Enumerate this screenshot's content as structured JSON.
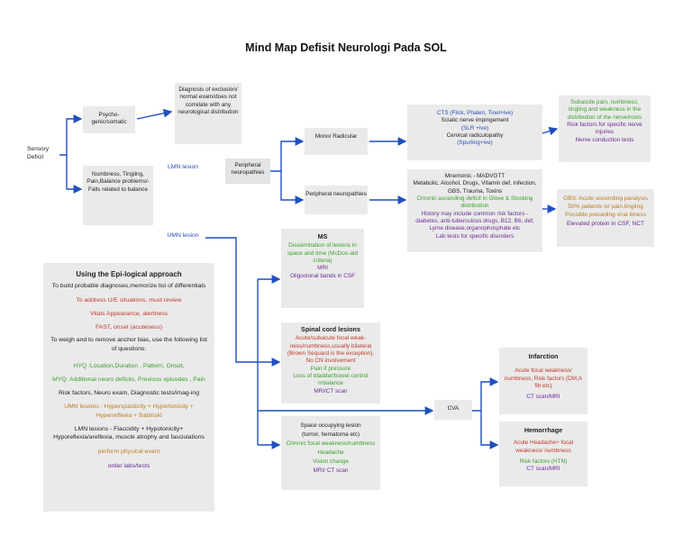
{
  "title": "Mind Map Defisit Neurologi Pada SOL",
  "colors": {
    "arrow": "#1f4fbf",
    "box": "#eaeaea",
    "green": "#3aa02a",
    "red": "#c0392b",
    "blue": "#2a4fb5",
    "purple": "#6b2c91",
    "orange": "#c07a1a"
  },
  "nodes": {
    "sensory": "Sensory Deficit",
    "psycho": "Psycho-genic/somatic",
    "diag_excl": "Diagnosis of exclusion/ normal exam/does not correlate with any neurological distribution",
    "numbness": "Numbness, Tingling, Pain,Balance problems/- Falls related to balance",
    "lmn": "LMN lesion",
    "umn": "UMN lesion",
    "peripheral": "Peripheral neuropathies",
    "mono": "Mono/ Radicular",
    "periph_neuro": "Peripheral neuropathies",
    "cts": [
      {
        "t": "CTS (Flick, Phalen, Tinel+ive)",
        "c": "b"
      },
      {
        "t": "Sciatic nerve impingement",
        "c": "k"
      },
      {
        "t": "(SLR +ive)",
        "c": "b"
      },
      {
        "t": "Cervical radiculopathy",
        "c": "k"
      },
      {
        "t": "(Spurling+ive)",
        "c": "b"
      }
    ],
    "subacute": [
      {
        "t": "Subacute pain, numbness, tingling and weakness in the distribution of the nerve/roots",
        "c": "g"
      },
      {
        "t": "Risk factors for specific nerve injuries",
        "c": "p"
      },
      {
        "t": "Nerve conduction tests",
        "c": "p"
      }
    ],
    "madvgtt": [
      {
        "t": "Mnemonic - MADVGTT",
        "c": "k"
      },
      {
        "t": "Metabolic, Alcohol, Drugs, Vitamin def, Infection, GBS, Trauma, Toxins",
        "c": "k"
      },
      {
        "t": "Chronic ascending deficit in Glove & Stocking distribution",
        "c": "g"
      },
      {
        "t": "History may include common risk factors - diabetes, anti-tuberculous drugs, B12, B6, def, Lyme disease,organophosphate etc",
        "c": "p"
      },
      {
        "t": "Lab tests for specific disorders",
        "c": "p"
      }
    ],
    "gbs": [
      {
        "t": "GBS: Acute ascending paralysis 50% patients w/ pain,tingling Possible preceding viral illness",
        "c": "o"
      },
      {
        "t": "Elevated protein in CSF, NCT",
        "c": "p"
      }
    ],
    "ms_title": "MS",
    "ms": [
      {
        "t": "Dissemination of lesions in space and time (McDon-ald criteria)",
        "c": "g"
      },
      {
        "t": "MRI",
        "c": "p"
      },
      {
        "t": "Oligoclonal bands in CSF",
        "c": "p"
      }
    ],
    "spinal_title": "Spinal cord lesions",
    "spinal": [
      {
        "t": "Acute/subacute focal weak-ness/numbness,usually bilateral (Brown Sequard is the exception), No CN involvement",
        "c": "r"
      },
      {
        "t": "Pain if pressure",
        "c": "g"
      },
      {
        "t": "Loss of bladder/bowel control mbalance",
        "c": "g"
      },
      {
        "t": "MRI/CT scan",
        "c": "p"
      }
    ],
    "sol_title": "Space occupying lesion",
    "sol": [
      {
        "t": "(tumor, hematoma etc)",
        "c": "k"
      },
      {
        "t": "Chronic focal weakness/numbness",
        "c": "g"
      },
      {
        "t": "Headache",
        "c": "g"
      },
      {
        "t": "Vision change",
        "c": "g"
      },
      {
        "t": "MRI/ CT scan",
        "c": "p"
      }
    ],
    "cva": "CVA",
    "infarction_title": "Infarction",
    "infarction": [
      {
        "t": "Acute focal weakness/ numbness, Risk factors (DM,A fib etc)",
        "c": "r"
      },
      {
        "t": "CT scan/MRI",
        "c": "p"
      }
    ],
    "hemorrhage_title": "Hemorrhage",
    "hemorrhage": [
      {
        "t": "Acute Headache+ focal weakness/ numbness",
        "c": "r"
      },
      {
        "t": "Risk factors (HTN)",
        "c": "g"
      },
      {
        "t": "CT scan/MRI",
        "c": "p"
      }
    ],
    "epi_title": "Using the Epi-logical approach",
    "epi": [
      {
        "t": "To build probable diagnoses,memorize list of differentials",
        "c": "k"
      },
      {
        "t": "To address U/E situations, must review",
        "c": "r"
      },
      {
        "t": "Vitals Appearance, alertness",
        "c": "r"
      },
      {
        "t": "FAST, onset (acuteness)",
        "c": "r"
      },
      {
        "t": "To weigh and to remove anchor bias, use the following list of questions:",
        "c": "k"
      },
      {
        "t": "HYQ :Location,Duration , Pattern, Onset,",
        "c": "g"
      },
      {
        "t": "MYQ: Additional neuro deficits, Previous episodes , Pain",
        "c": "g"
      },
      {
        "t": "Risk factors, Neuro exam, Diagnostic tests/imag-ing",
        "c": "k",
        "pre": "Risk factors,",
        "pc": "p"
      },
      {
        "t": "UMN lesions - Hyperspasticity + Hypertonicity + Hyperreflexia + Babinski",
        "c": "o"
      },
      {
        "t": "LMN lesions - Flaccidity + Hypotonicity+ Hyporeflexia/areflexia, muscle atrophy and fasciulations",
        "c": "k"
      },
      {
        "t": "perform physical exam",
        "c": "o"
      },
      {
        "t": "order labs/tests",
        "c": "p"
      }
    ]
  }
}
